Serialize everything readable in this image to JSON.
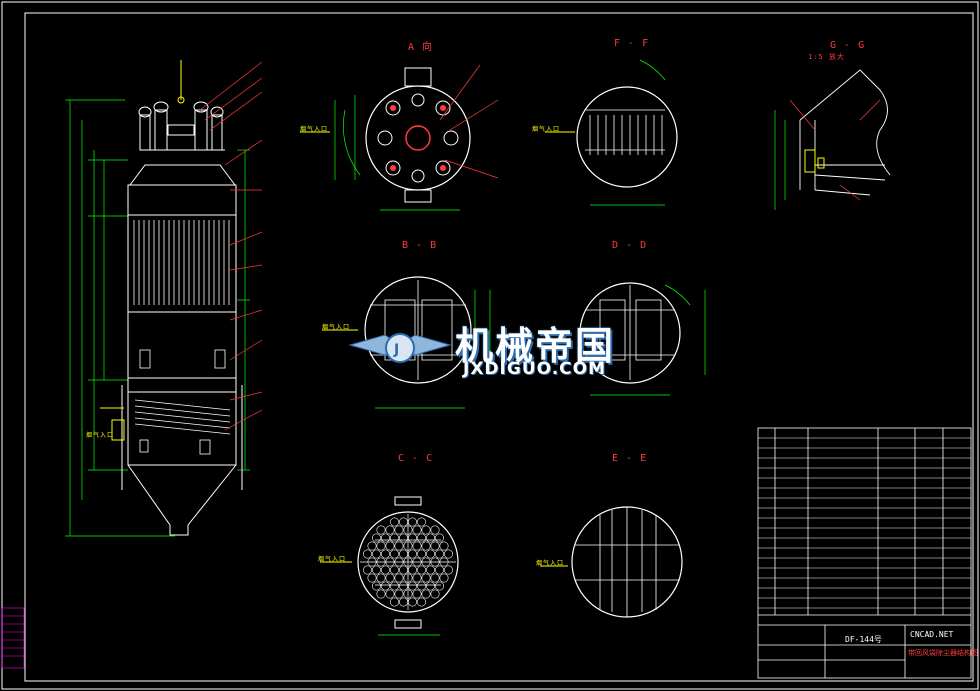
{
  "drawing": {
    "section_labels": {
      "a": "A 向",
      "ff": "F - F",
      "bb": "B - B",
      "dd": "D - D",
      "cc": "C - C",
      "ee": "E - E",
      "gg": "G - G",
      "gg_note": "1:5 放大"
    },
    "inlet_label": "烟气入口",
    "drawing_number": "DF-144号",
    "website": "CNCAD.NET",
    "title": "带回风袋除尘器结构图"
  },
  "watermark": {
    "cn": "机械帝国",
    "en": "JXDIGUO.COM"
  },
  "colors": {
    "background": "#000000",
    "frame": "#ffffff",
    "dimension": "#00ff00",
    "leader": "#ff3b3b",
    "body": "#ffffff",
    "accent": "#ffff00",
    "text_magenta": "#ff00ff"
  }
}
